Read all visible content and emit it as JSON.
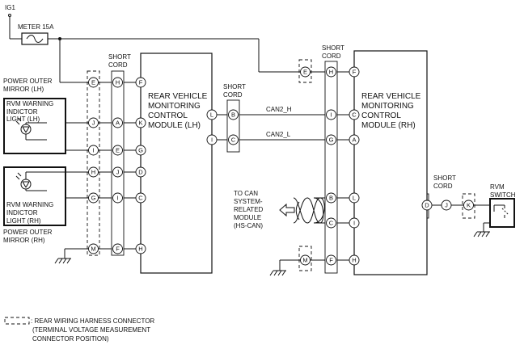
{
  "labels": {
    "ig1": "IG1",
    "meter_fuse": "METER 15A",
    "short_cord_1": [
      "SHORT",
      "CORD"
    ],
    "short_cord_2": [
      "SHORT",
      "CORD"
    ],
    "short_cord_3": [
      "SHORT",
      "CORD"
    ],
    "short_cord_4": [
      "SHORT",
      "CORD"
    ],
    "mirror_lh": [
      "POWER OUTER",
      "MIRROR (LH)"
    ],
    "warn_lh": [
      "RVM WARNING",
      "INDICTOR",
      "LIGHT (LH)"
    ],
    "warn_rh": [
      "RVM WARNING",
      "INDICTOR",
      "LIGHT (RH)"
    ],
    "mirror_rh": [
      "POWER OUTER",
      "MIRROR (RH)"
    ],
    "module_lh": [
      "REAR VEHICLE",
      "MONITORING",
      "CONTROL",
      "MODULE (LH)"
    ],
    "module_rh": [
      "REAR VEHICLE",
      "MONITORING",
      "CONTROL",
      "MODULE (RH)"
    ],
    "can_h": "CAN2_H",
    "can_l": "CAN2_L",
    "to_can": [
      "TO CAN",
      "SYSTEM-",
      "RELATED",
      "MODULE",
      "(HS-CAN)"
    ],
    "rvm_switch": [
      "RVM",
      "SWITCH"
    ]
  },
  "legend": {
    "text": [
      ": REAR WIRING HARNESS CONNECTOR",
      "(TERMINAL VOLTAGE MEASUREMENT",
      "CONNECTOR POSITION)"
    ]
  },
  "pins": {
    "lh_harness": [
      "E",
      "J",
      "I",
      "H",
      "G",
      "M"
    ],
    "sc1": [
      "H",
      "A",
      "E",
      "J",
      "I",
      "F"
    ],
    "lh_module": [
      "F",
      "K",
      "G",
      "D",
      "C",
      "H",
      "L",
      "I"
    ],
    "sc2": [
      "B",
      "C"
    ],
    "rh_harness": [
      "E",
      "M"
    ],
    "sc3": [
      "H",
      "I",
      "G",
      "B",
      "C",
      "F"
    ],
    "rh_module": [
      "F",
      "C",
      "A",
      "L",
      "I",
      "H",
      "D"
    ],
    "sc4": [
      "J"
    ],
    "sw_harness": [
      "K"
    ]
  }
}
